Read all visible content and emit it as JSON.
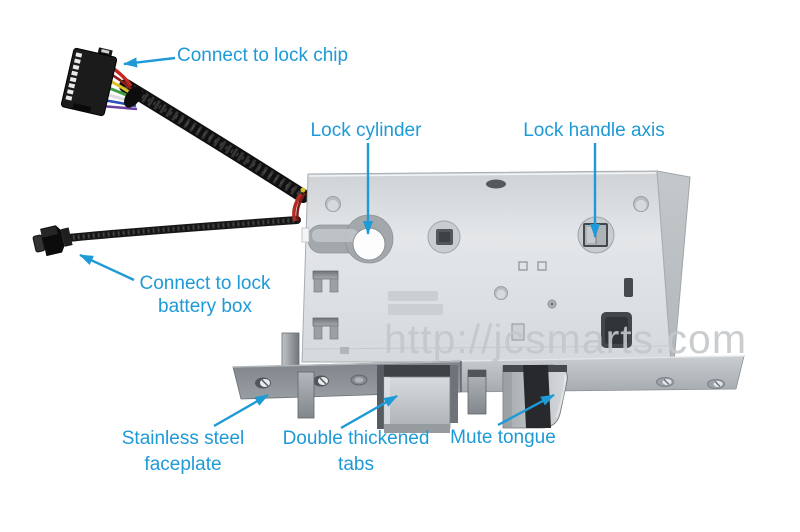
{
  "diagram": {
    "annotations": {
      "lock_chip": "Connect to lock chip",
      "lock_cylinder": "Lock cylinder",
      "lock_handle_axis": "Lock handle axis",
      "battery_box": "Connect to lock\nbattery box",
      "stainless_faceplate": "Stainless steel\nfaceplate",
      "double_tabs": "Double thickened\ntabs",
      "mute_tongue": "Mute tongue"
    },
    "watermark": "http://jcsmarts.com"
  },
  "colors": {
    "annotation_blue": "#1e9ad7",
    "watermark_gray": "#c5c8ca",
    "background": "#ffffff",
    "lock_body_gray": "#dde0e3",
    "faceplate_dark_gray": "#8b9196",
    "cable_black": "#141414",
    "mute_band_black": "#27292c"
  }
}
